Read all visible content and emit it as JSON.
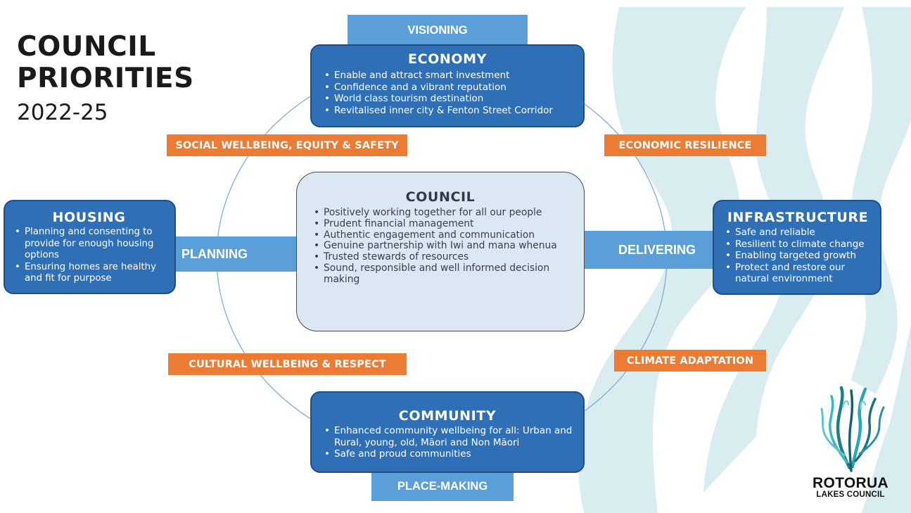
{
  "title": {
    "line1": "COUNCIL",
    "line2": "PRIORITIES",
    "year": "2022-25"
  },
  "colors": {
    "box_blue": "#2e6fb5",
    "connector_blue": "#5b9fd9",
    "orange": "#ec7b33",
    "council_fill": "#dbe7f2",
    "swirl": "#d9ecef"
  },
  "connectors": {
    "top": "VISIONING",
    "left": "PLANNING",
    "right": "DELIVERING",
    "bottom": "PLACE-MAKING"
  },
  "boxes": {
    "economy": {
      "title": "ECONOMY",
      "items": [
        "Enable and attract smart investment",
        "Confidence and a vibrant reputation",
        "World class tourism destination",
        "Revitalised inner city & Fenton Street Corridor"
      ]
    },
    "housing": {
      "title": "HOUSING",
      "items": [
        "Planning and consenting to provide for enough housing options",
        "Ensuring homes are healthy and fit for purpose"
      ]
    },
    "infrastructure": {
      "title": "INFRASTRUCTURE",
      "items": [
        "Safe and reliable",
        "Resilient to climate change",
        "Enabling targeted growth",
        "Protect and restore  our natural environment"
      ]
    },
    "community": {
      "title": "COMMUNITY",
      "items": [
        "Enhanced community wellbeing for all: Urban and Rural, young, old, Māori and Non Māori",
        "Safe and proud communities"
      ]
    },
    "council": {
      "title": "COUNCIL",
      "items": [
        "Positively working together for all our people",
        "Prudent financial management",
        "Authentic engagement and communication",
        "Genuine partnership with Iwi and mana whenua",
        "Trusted stewards of resources",
        "Sound, responsible and well informed decision making"
      ]
    }
  },
  "tags": {
    "social": "SOCIAL WELLBEING, EQUITY & SAFETY",
    "economic": "ECONOMIC RESILIENCE",
    "cultural": "CULTURAL WELLBEING & RESPECT",
    "climate": "CLIMATE ADAPTATION"
  },
  "logo": {
    "name": "ROTORUA",
    "sub": "LAKES COUNCIL",
    "icon": "koru-logo-icon"
  }
}
